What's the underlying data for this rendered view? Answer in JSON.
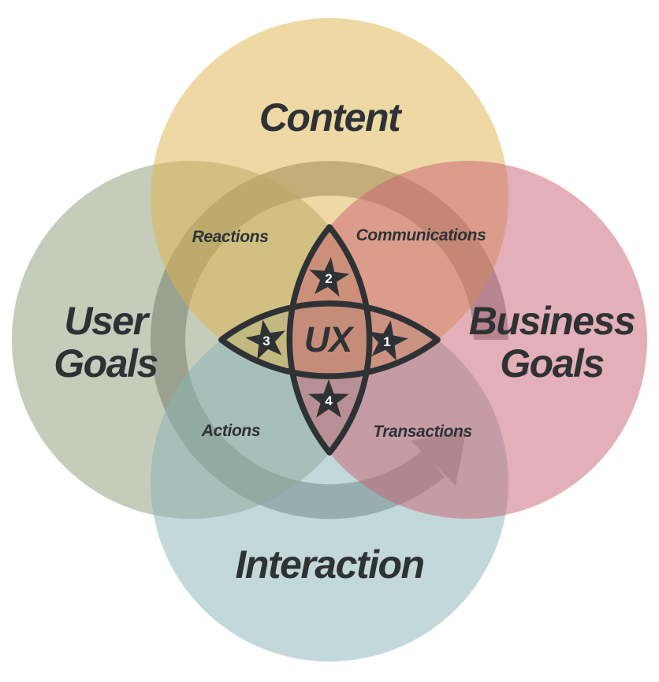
{
  "diagram": {
    "type": "venn-4-circle",
    "center_label": "UX",
    "ink": "#2e3235",
    "arrow": {
      "color": "#a8a8a8"
    },
    "circles": [
      {
        "name": "Content",
        "label_lines": [
          "Content"
        ],
        "color": "#eed9a4",
        "paint": "#ddb349",
        "position": "top"
      },
      {
        "name": "User Goals",
        "label_lines": [
          "User",
          "Goals"
        ],
        "color": "#c5cdba",
        "paint": "#8b9b75",
        "position": "left"
      },
      {
        "name": "Business Goals",
        "label_lines": [
          "Business",
          "Goals"
        ],
        "color": "#e3afb8",
        "paint": "#c75f71",
        "position": "right"
      },
      {
        "name": "Interaction",
        "label_lines": [
          "Interaction"
        ],
        "color": "#c3d8da",
        "paint": "#87b1b5",
        "position": "bottom"
      }
    ],
    "overlaps": [
      {
        "label": "Reactions",
        "between": [
          "User Goals",
          "Content"
        ],
        "color": "#c6c083"
      },
      {
        "label": "Communications",
        "between": [
          "Content",
          "Business Goals"
        ],
        "color": "#dd9f83"
      },
      {
        "label": "Actions",
        "between": [
          "User Goals",
          "Interaction"
        ],
        "color": "#a9bfb3"
      },
      {
        "label": "Transactions",
        "between": [
          "Business Goals",
          "Interaction"
        ],
        "color": "#c39aa4"
      }
    ],
    "markers": [
      {
        "number": "1",
        "position": "right-petal"
      },
      {
        "number": "2",
        "position": "top-petal"
      },
      {
        "number": "3",
        "position": "left-petal"
      },
      {
        "number": "4",
        "position": "bottom-petal"
      }
    ]
  }
}
